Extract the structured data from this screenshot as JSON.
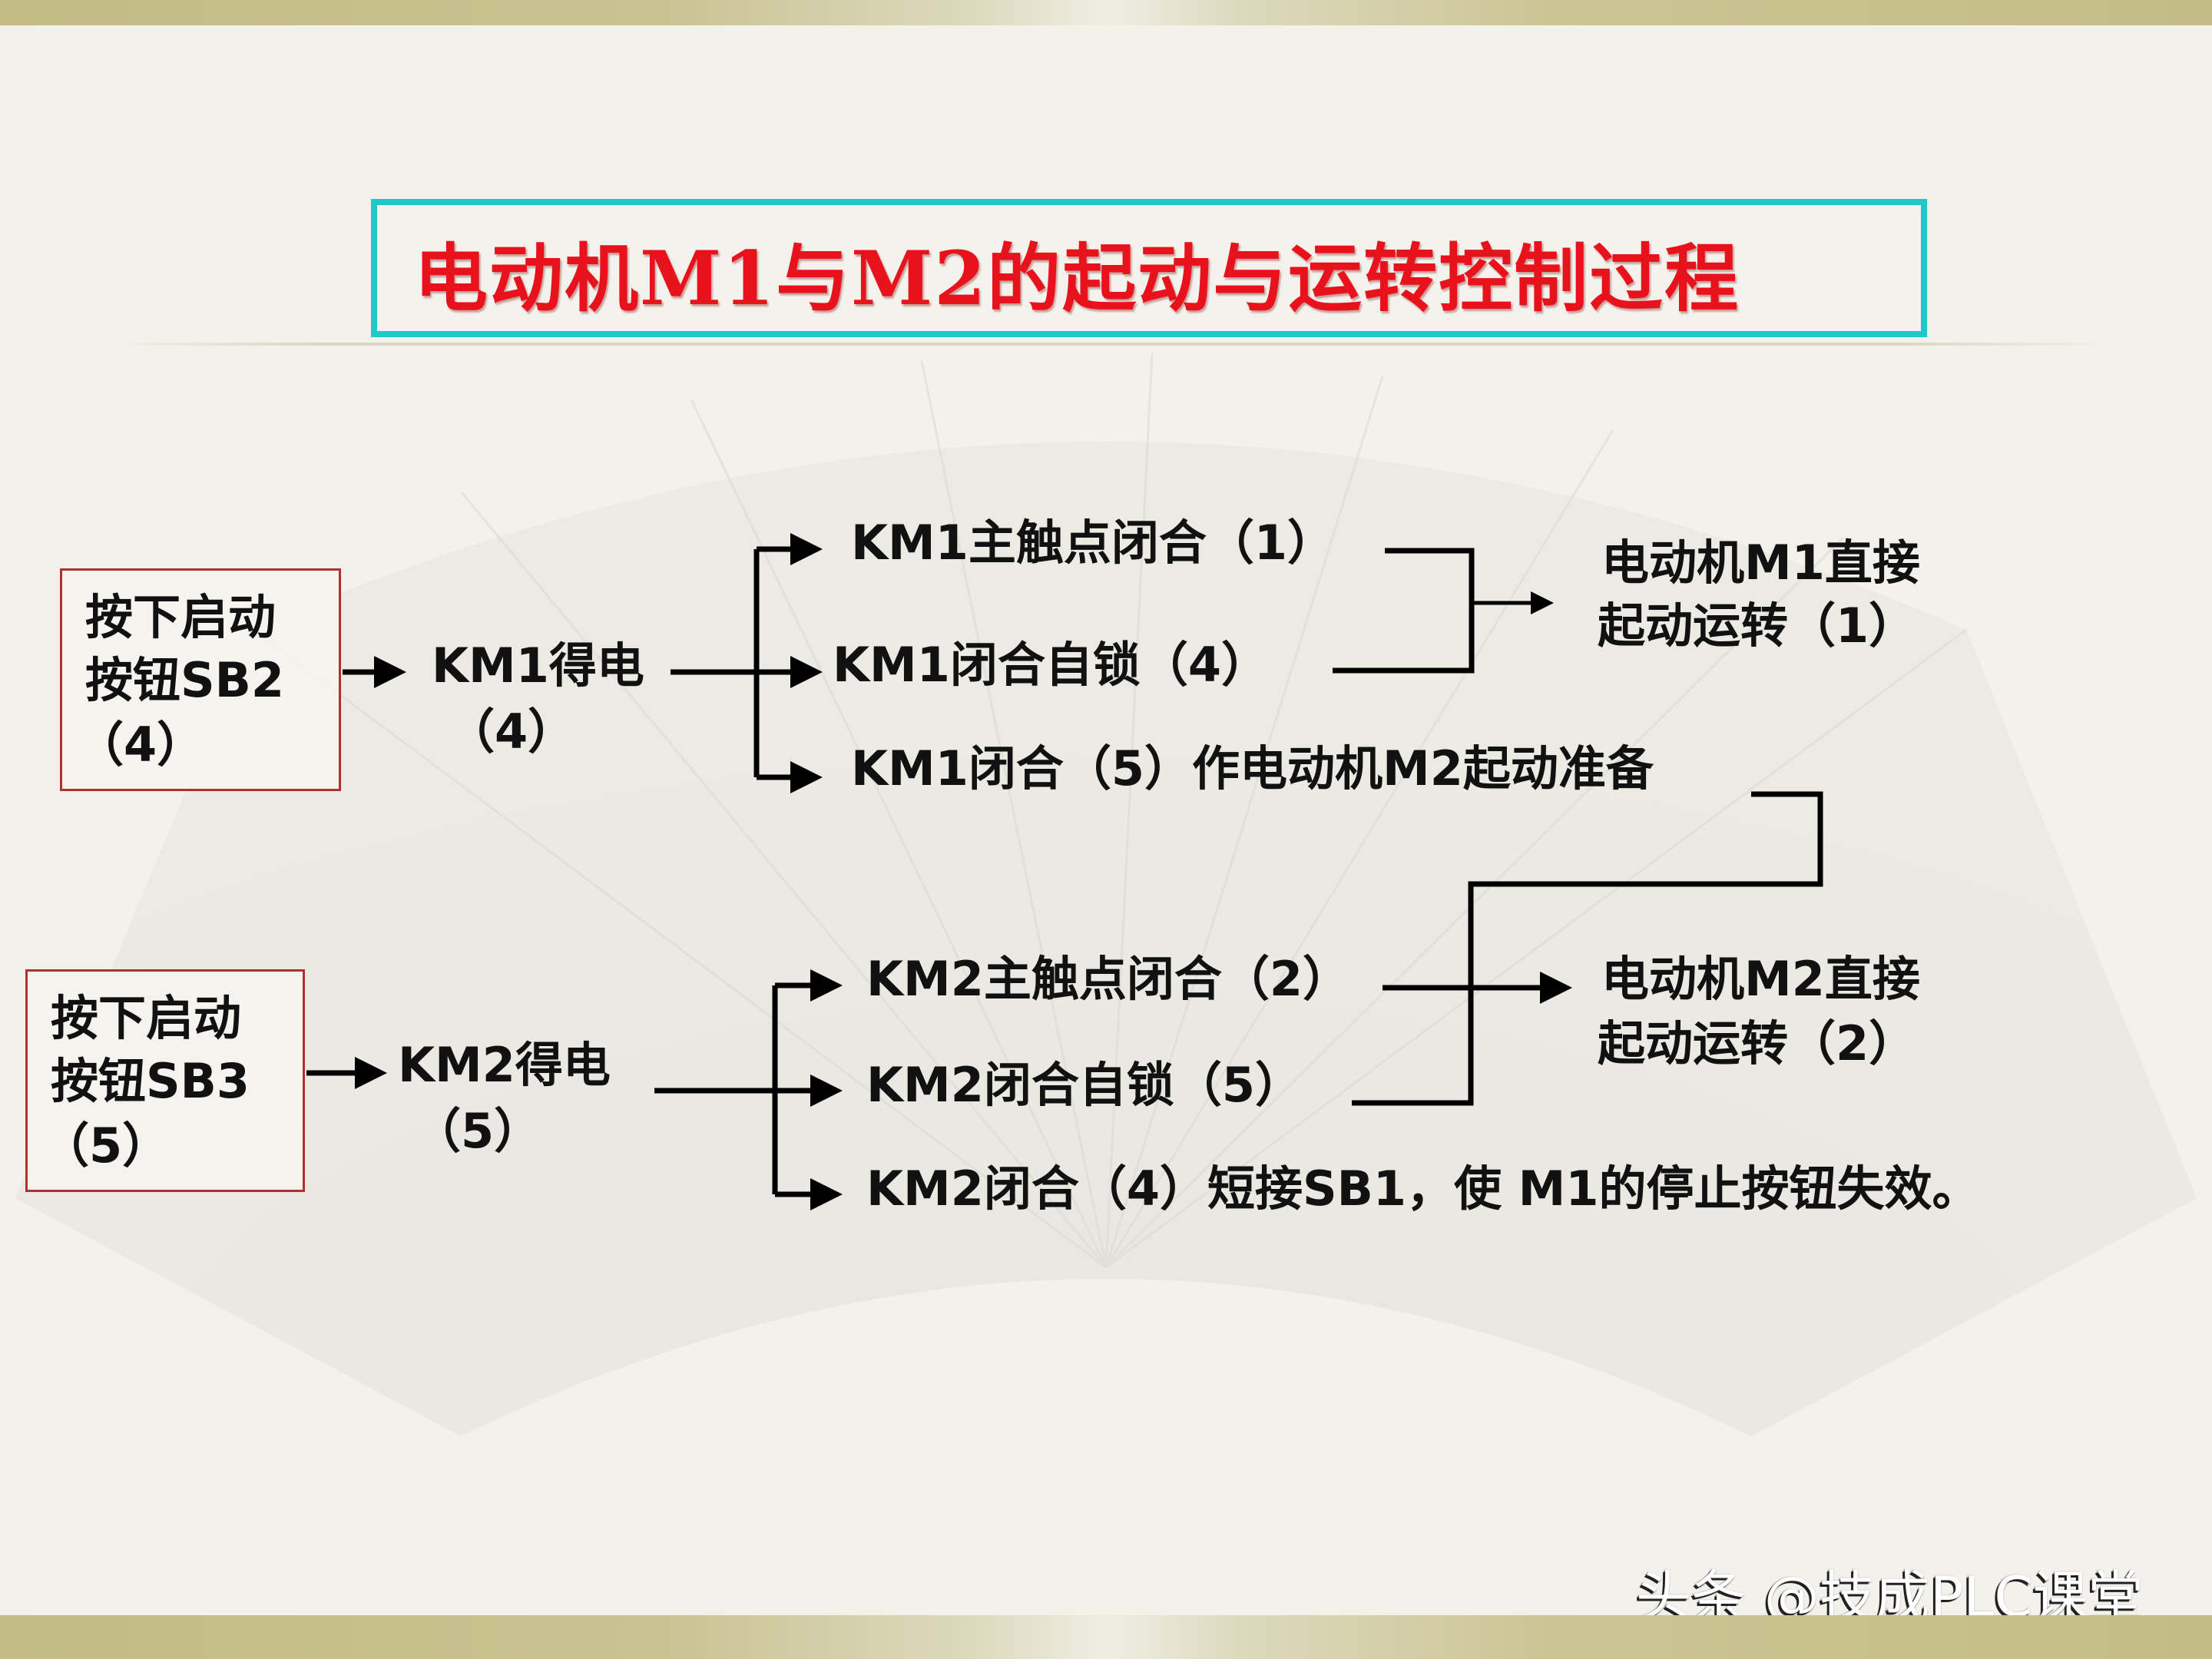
{
  "slide": {
    "title": "电动机M1与M2的起动与运转控制过程",
    "colors": {
      "title_text": "#e8121c",
      "title_border": "#20c6c8",
      "start_box_border": "#b0302e",
      "band": "#c2bb84",
      "background": "#f2f1ea"
    }
  },
  "m1_flow": {
    "start_box": {
      "line1": "按下启动",
      "line2": "按钮SB2",
      "line3": "（4）"
    },
    "coil": {
      "line1": "KM1得电",
      "line2": "（4）"
    },
    "branches": [
      {
        "label": "KM1主触点闭合（1）"
      },
      {
        "label": "KM1闭合自锁（4）"
      },
      {
        "label": "KM1闭合（5）作电动机M2起动准备"
      }
    ],
    "result": {
      "line1": "电动机M1直接",
      "line2": "起动运转（1）"
    }
  },
  "m2_flow": {
    "start_box": {
      "line1": "按下启动",
      "line2": "按钮SB3",
      "line3": "（5）"
    },
    "coil": {
      "line1": "KM2得电",
      "line2": "（5）"
    },
    "branches": [
      {
        "label": "KM2主触点闭合（2）"
      },
      {
        "label": "KM2闭合自锁（5）"
      },
      {
        "label": "KM2闭合（4）短接SB1，使 M1的停止按钮失效。"
      }
    ],
    "result": {
      "line1": "电动机M2直接",
      "line2": "起动运转（2）"
    }
  },
  "watermark": "头条 @技成PLC课堂"
}
